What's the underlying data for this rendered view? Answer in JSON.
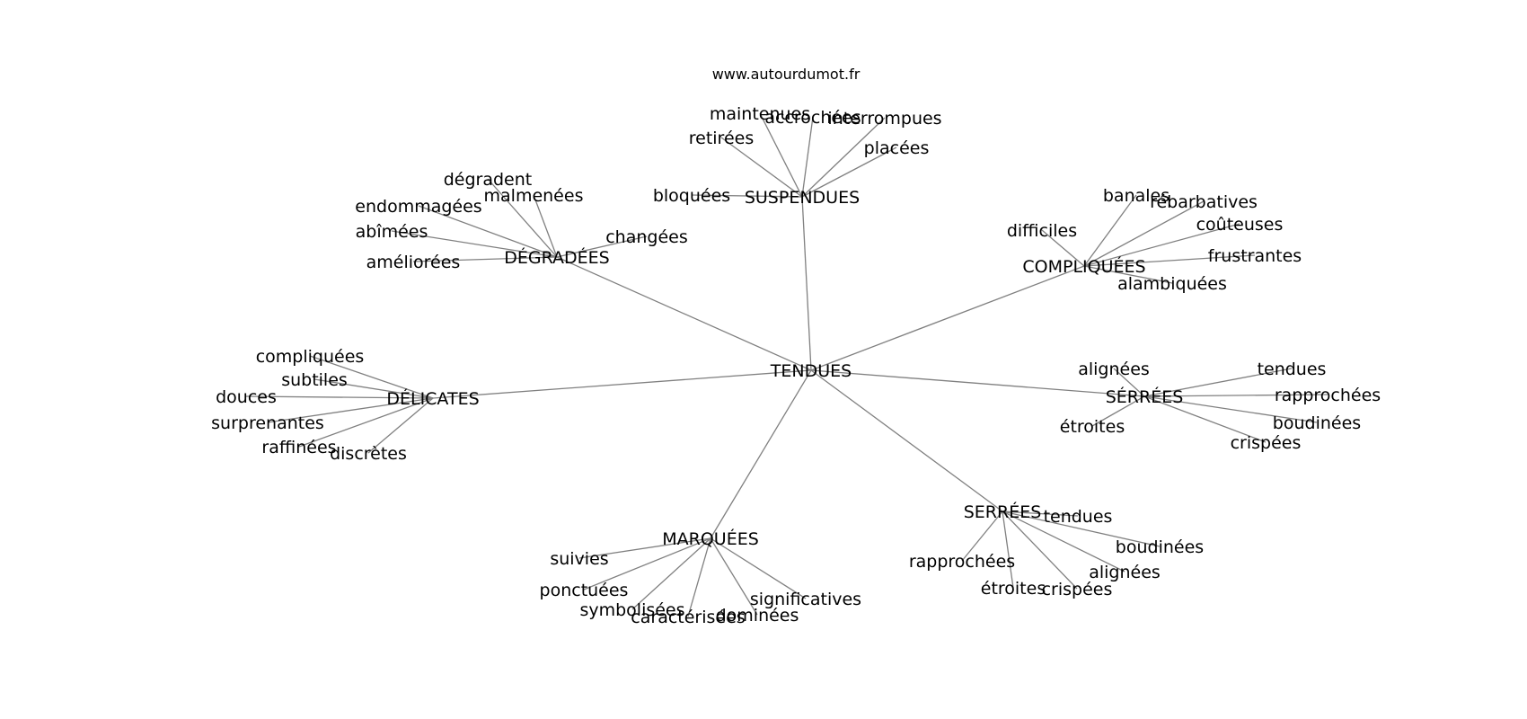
{
  "source": "www.autourdumot.fr",
  "edge_color": "#808080",
  "text_color": "#000000",
  "center": {
    "label": "TENDUES"
  },
  "clusters": [
    {
      "hub": "SUSPENDUES",
      "leaves": [
        "bloquées",
        "retirées",
        "maintenues",
        "accrochées",
        "interrompues",
        "placées"
      ]
    },
    {
      "hub": "DÉGRADÉES",
      "leaves": [
        "dégradent",
        "malmenées",
        "endommagées",
        "abîmées",
        "améliorées",
        "changées"
      ]
    },
    {
      "hub": "COMPLIQUÉES",
      "leaves": [
        "difficiles",
        "banales",
        "rébarbatives",
        "coûteuses",
        "frustrantes",
        "alambiquées"
      ]
    },
    {
      "hub": "DÉLICATES",
      "leaves": [
        "compliquées",
        "subtiles",
        "douces",
        "surprenantes",
        "raffinées",
        "discrètes"
      ]
    },
    {
      "hub": "SÉRRÉES",
      "leaves": [
        "alignées",
        "tendues",
        "rapprochées",
        "boudinées",
        "crispées",
        "étroites"
      ]
    },
    {
      "hub": "MARQUÉES",
      "leaves": [
        "suivies",
        "ponctuées",
        "symbolisées",
        "caractérisées",
        "dominées",
        "significatives"
      ]
    },
    {
      "hub": "SERRÉES",
      "leaves": [
        "tendues",
        "boudinées",
        "alignées",
        "crispées",
        "étroites",
        "rapprochées"
      ]
    }
  ]
}
